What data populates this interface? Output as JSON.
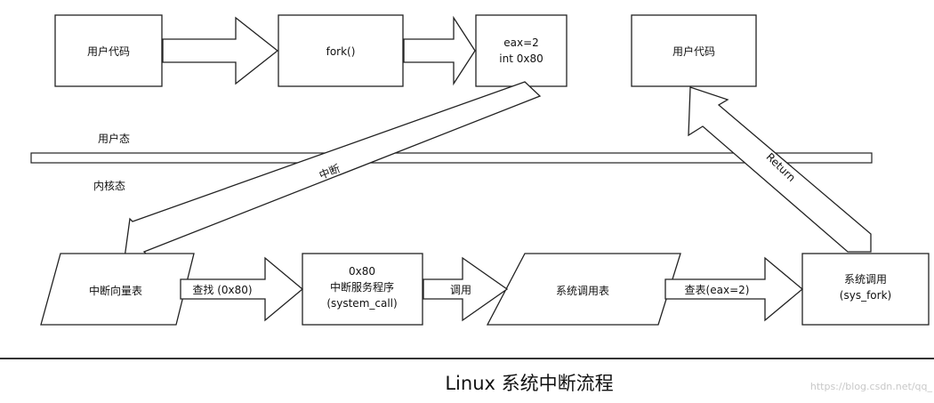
{
  "diagram": {
    "caption": "Linux 系统中断流程",
    "watermark": "https://blog.csdn.net/qq_",
    "boxes": {
      "user_code_1": "用户代码",
      "fork": "fork()",
      "eax_line1": "eax=2",
      "eax_line2": "int 0x80",
      "user_code_2": "用户代码",
      "interrupt_vector_table": "中断向量表",
      "isr_line1": "0x80",
      "isr_line2": "中断服务程序",
      "isr_line3": "(system_call)",
      "syscall_table": "系统调用表",
      "syscall_line1": "系统调用",
      "syscall_line2": "(sys_fork)"
    },
    "zones": {
      "user_mode": "用户态",
      "kernel_mode": "内核态"
    },
    "arrows": {
      "interrupt": "中断",
      "return": "Return",
      "lookup": "查找 (0x80)",
      "call": "调用",
      "lookup_table": "查表(eax=2)"
    }
  }
}
